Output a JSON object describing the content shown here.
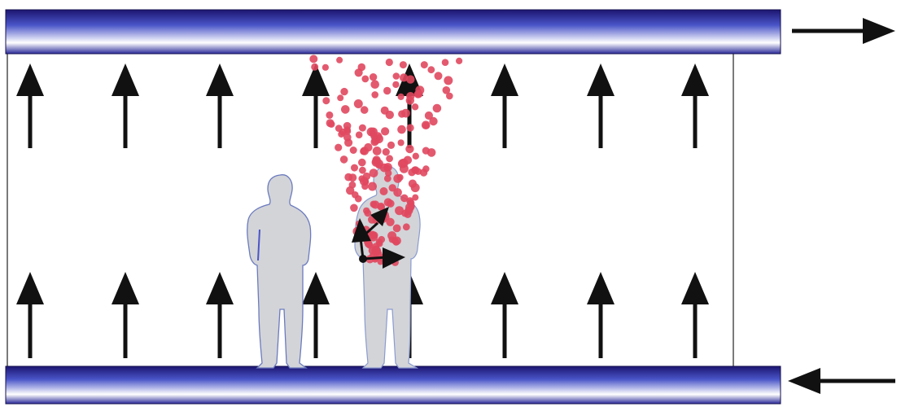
{
  "diagram": {
    "colors": {
      "duct_dark": "#1c1570",
      "duct_mid": "#4a55c8",
      "duct_light": "#ffffff",
      "arrow": "#111111",
      "particle": "#e0485f",
      "person_fill": "#d3d4d8",
      "person_edge": "#6b7bbf",
      "room_border": "#222222"
    },
    "icons": {
      "supply_duct": "horizontal-duct",
      "exhaust_duct": "horizontal-duct",
      "airflow": "up-arrow",
      "person": "person-silhouette",
      "particles": "aerosol-dot"
    },
    "airflow_direction": "upward",
    "top_duct_flow": "right",
    "bottom_duct_flow": "left",
    "people_count": 2,
    "airflow_arrow_rows": 2,
    "airflow_arrows_per_row": 8
  }
}
